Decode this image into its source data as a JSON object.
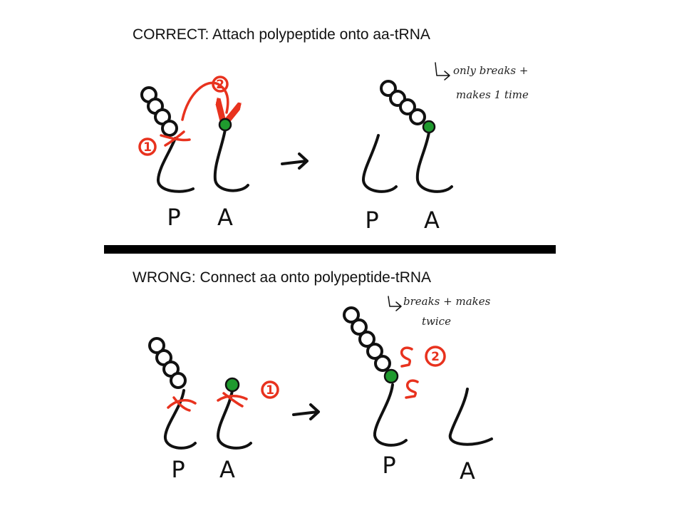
{
  "correct": {
    "heading": "CORRECT: Attach polypeptide onto aa-tRNA",
    "site_p": "P",
    "site_a": "A",
    "site_p_after": "P",
    "site_a_after": "A",
    "step1": "1",
    "step2": "2",
    "note_line1": "only breaks +",
    "note_line2": "makes 1 time"
  },
  "wrong": {
    "heading": "WRONG: Connect aa onto polypeptide-tRNA",
    "site_p": "P",
    "site_a": "A",
    "site_p_after": "P",
    "site_a_after": "A",
    "step1": "1",
    "step2": "2",
    "note_line1": "breaks + makes",
    "note_line2": "twice"
  },
  "colors": {
    "amino_acid": "#1f9a2e",
    "annotation": "#e8321e",
    "ink": "#111111"
  }
}
